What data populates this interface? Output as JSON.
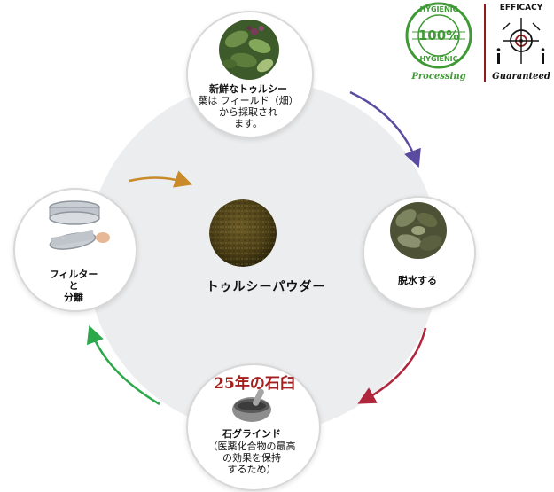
{
  "center": {
    "label": "トゥルシーパウダー"
  },
  "steps": {
    "harvest": {
      "lines": [
        "新鮮なトゥルシー",
        "葉は フィールド（畑）",
        "から採取され",
        "ます。"
      ]
    },
    "dry": {
      "label": "脱水する"
    },
    "grind": {
      "old_label": "25年の石臼",
      "title": "石グラインド",
      "lines": [
        "（医薬化合物の最高",
        "の効果を保持",
        "するため）"
      ]
    },
    "filter": {
      "lines": [
        "フィルター",
        "と",
        "分離"
      ]
    }
  },
  "badges": {
    "hygienic": {
      "top": "HYGIENIC",
      "center": "100%",
      "bottom": "HYGIENIC",
      "caption": "Processing"
    },
    "efficacy": {
      "title": "EFFICACY",
      "caption": "Guaranteed"
    }
  },
  "colors": {
    "arrow_top_right": "#5a4aa0",
    "arrow_bottom_right": "#b0243c",
    "arrow_bottom_left": "#2aa84a",
    "arrow_top_left": "#c98a2a",
    "hygienic_green": "#3f9a35",
    "efficacy_red": "#8e1c1c"
  }
}
